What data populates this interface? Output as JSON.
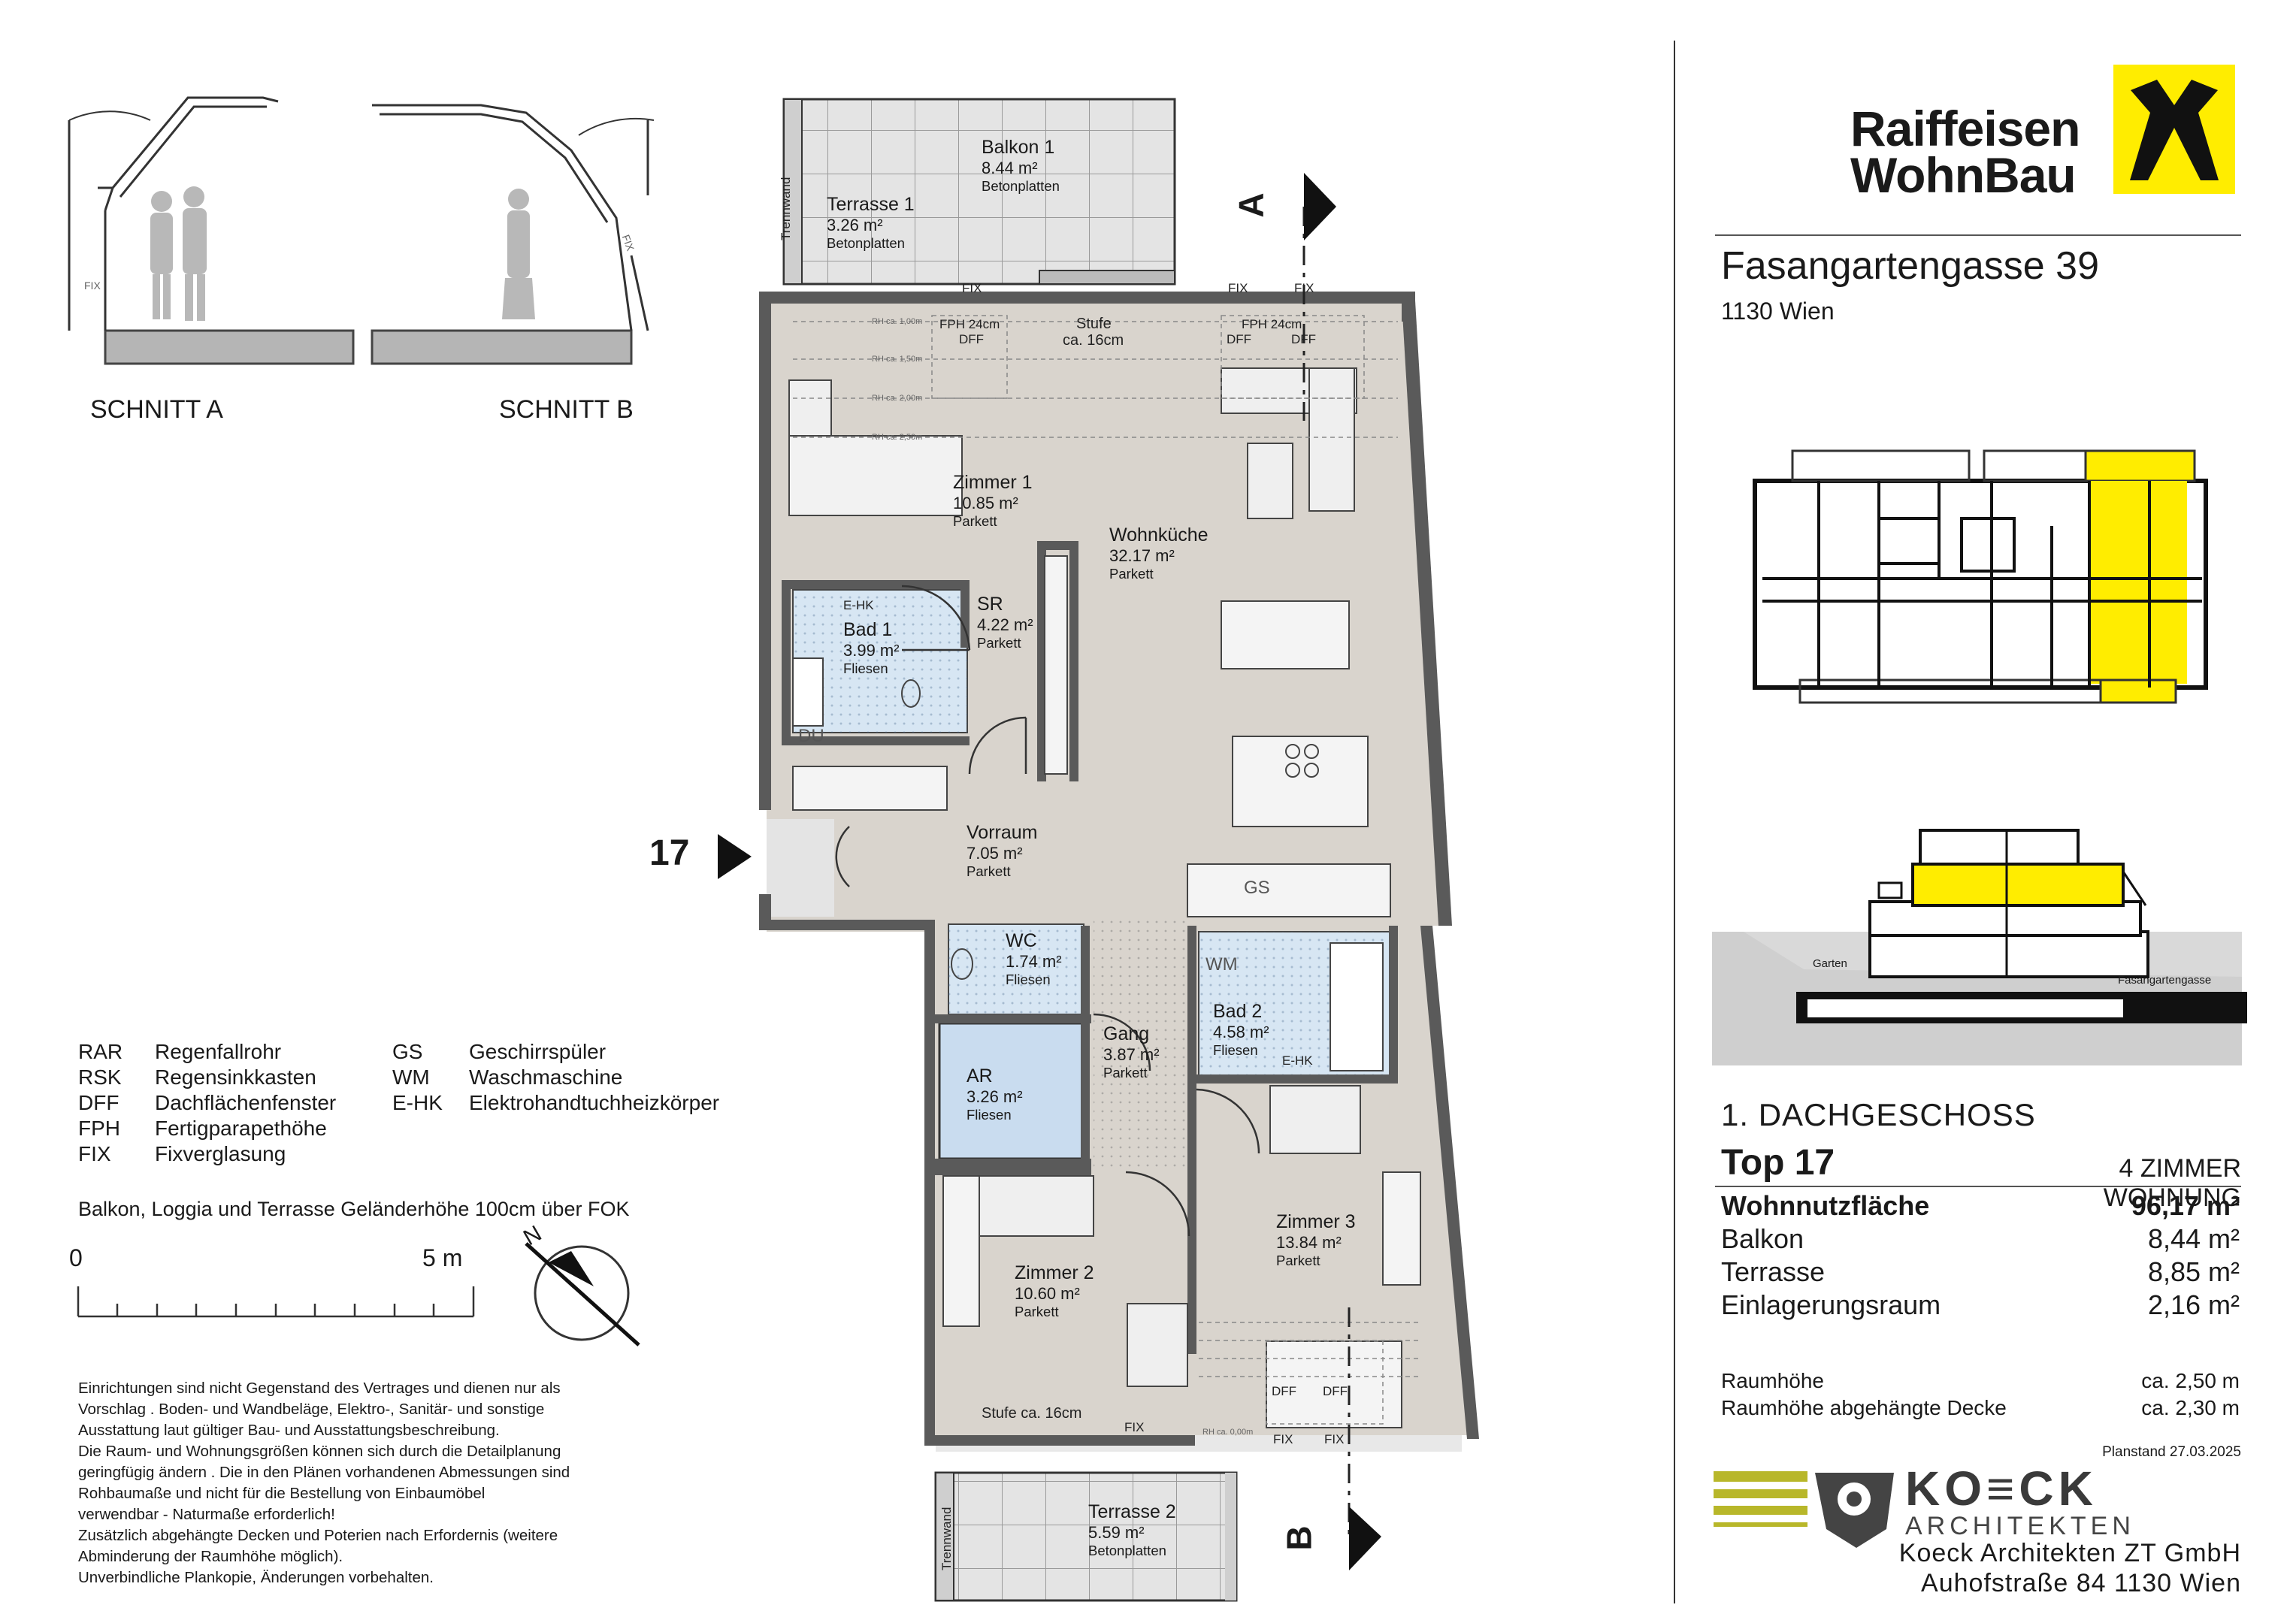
{
  "sections": [
    {
      "label": "SCHNITT A",
      "fix_label": "FIX"
    },
    {
      "label": "SCHNITT B",
      "fix_label": "FIX"
    }
  ],
  "legend": [
    {
      "abbr": "RAR",
      "text": "Regenfallrohr"
    },
    {
      "abbr": "RSK",
      "text": "Regensinkkasten"
    },
    {
      "abbr": "DFF",
      "text": "Dachflächenfenster"
    },
    {
      "abbr": "FPH",
      "text": "Fertigparapethöhe"
    },
    {
      "abbr": "FIX",
      "text": "Fixverglasung"
    },
    {
      "abbr": "GS",
      "text": "Geschirrspüler"
    },
    {
      "abbr": "WM",
      "text": "Waschmaschine"
    },
    {
      "abbr": "E-HK",
      "text": "Elektrohandtuchheizkörper"
    }
  ],
  "railing_note": "Balkon,  Loggia und Terrasse Geländerhöhe 100cm über FOK",
  "scale": {
    "start": "0",
    "end": "5 m"
  },
  "north_label": "N",
  "disclaimer": [
    "Einrichtungen sind nicht Gegenstand des Vertrages und dienen nur als",
    "Vorschlag . Boden- und Wandbeläge, Elektro-, Sanitär- und sonstige",
    "Ausstattung laut gültiger Bau- und Ausstattungsbeschreibung.",
    "Die Raum- und Wohnungsgrößen können sich durch die Detailplanung",
    "geringfügig ändern . Die in den Plänen vorhandenen Abmessungen sind",
    "Rohbaumaße und nicht für die Bestellung von Einbaumöbel",
    "verwendbar - Naturmaße erforderlich!",
    "Zusätzlich abgehängte Decken und Poterien nach Erfordernis (weitere",
    "Abminderung der Raumhöhe möglich).",
    "Unverbindliche Plankopie, Änderungen vorbehalten."
  ],
  "rooms": [
    {
      "name": "Balkon 1",
      "area": "8.44 m²",
      "floor": "Betonplatten"
    },
    {
      "name": "Terrasse 1",
      "area": "3.26 m²",
      "floor": "Betonplatten"
    },
    {
      "name": "Zimmer 1",
      "area": "10.85 m²",
      "floor": "Parkett"
    },
    {
      "name": "Wohnküche",
      "area": "32.17 m²",
      "floor": "Parkett"
    },
    {
      "name": "SR",
      "area": "4.22 m²",
      "floor": "Parkett"
    },
    {
      "name": "Bad 1",
      "area": "3.99 m²",
      "floor": "Fliesen"
    },
    {
      "name": "Vorraum",
      "area": "7.05 m²",
      "floor": "Parkett"
    },
    {
      "name": "WC",
      "area": "1.74 m²",
      "floor": "Fliesen"
    },
    {
      "name": "Gang",
      "area": "3.87 m²",
      "floor": "Parkett"
    },
    {
      "name": "Bad 2",
      "area": "4.58 m²",
      "floor": "Fliesen"
    },
    {
      "name": "AR",
      "area": "3.26 m²",
      "floor": "Fliesen"
    },
    {
      "name": "Zimmer 2",
      "area": "10.60 m²",
      "floor": "Parkett"
    },
    {
      "name": "Zimmer 3",
      "area": "13.84 m²",
      "floor": "Parkett"
    },
    {
      "name": "Terrasse 2",
      "area": "5.59 m²",
      "floor": "Betonplatten"
    }
  ],
  "plan_annotations": {
    "fph_left": "FPH 24cm",
    "fph_right": "FPH 24cm",
    "dff": "DFF",
    "fix": "FIX",
    "stufe_top": "Stufe",
    "stufe_top_height": "ca. 16cm",
    "stufe_bottom": "Stufe ca. 16cm",
    "trennwand": "Trennwand",
    "ehk": "E-HK",
    "du": "DU",
    "wm": "WM",
    "gs": "GS",
    "unit_number": "17",
    "cut_a": "A",
    "cut_b": "B",
    "rh_labels": [
      "RH ca. 1,00m",
      "RH ca. 1,50m",
      "RH ca. 2,00m",
      "RH ca. 2,50m",
      "RH ca. 0,00m"
    ]
  },
  "brand": {
    "line1": "Raiffeisen",
    "line2": "WohnBau",
    "accent": "#ffed00"
  },
  "address": {
    "street": "Fasangartengasse 39",
    "city": "1130 Wien"
  },
  "elevation_labels": {
    "garden": "Garten",
    "street": "Fasangartengasse"
  },
  "floor": "1. DACHGESCHOSS",
  "top": {
    "label": "Top 17",
    "type": "4 ZIMMER WOHNUNG"
  },
  "areas": [
    {
      "label": "Wohnnutzfläche",
      "value": "96,17 m²",
      "bold": true
    },
    {
      "label": "Balkon",
      "value": "8,44 m²"
    },
    {
      "label": "Terrasse",
      "value": "8,85 m²"
    },
    {
      "label": "Einlagerungsraum",
      "value": "2,16 m²"
    }
  ],
  "heights": [
    {
      "label": "Raumhöhe",
      "value": "ca. 2,50 m"
    },
    {
      "label": "Raumhöhe abgehängte Decke",
      "value": "ca. 2,30 m"
    }
  ],
  "planstand": "Planstand 27.03.2025",
  "architect": {
    "logo_top": "KO≡CK",
    "logo_bottom": "ARCHITEKTEN",
    "name": "Koeck Architekten ZT GmbH",
    "street": "Auhofstraße 84 1130 Wien"
  },
  "colors": {
    "room_fill": "#d9d4cd",
    "wet_fill": "#d7e6f3",
    "storage_fill": "#c9dcef",
    "wall": "#5a5a5a",
    "highlight": "#ffed00",
    "ground": "#d9d9d9"
  }
}
